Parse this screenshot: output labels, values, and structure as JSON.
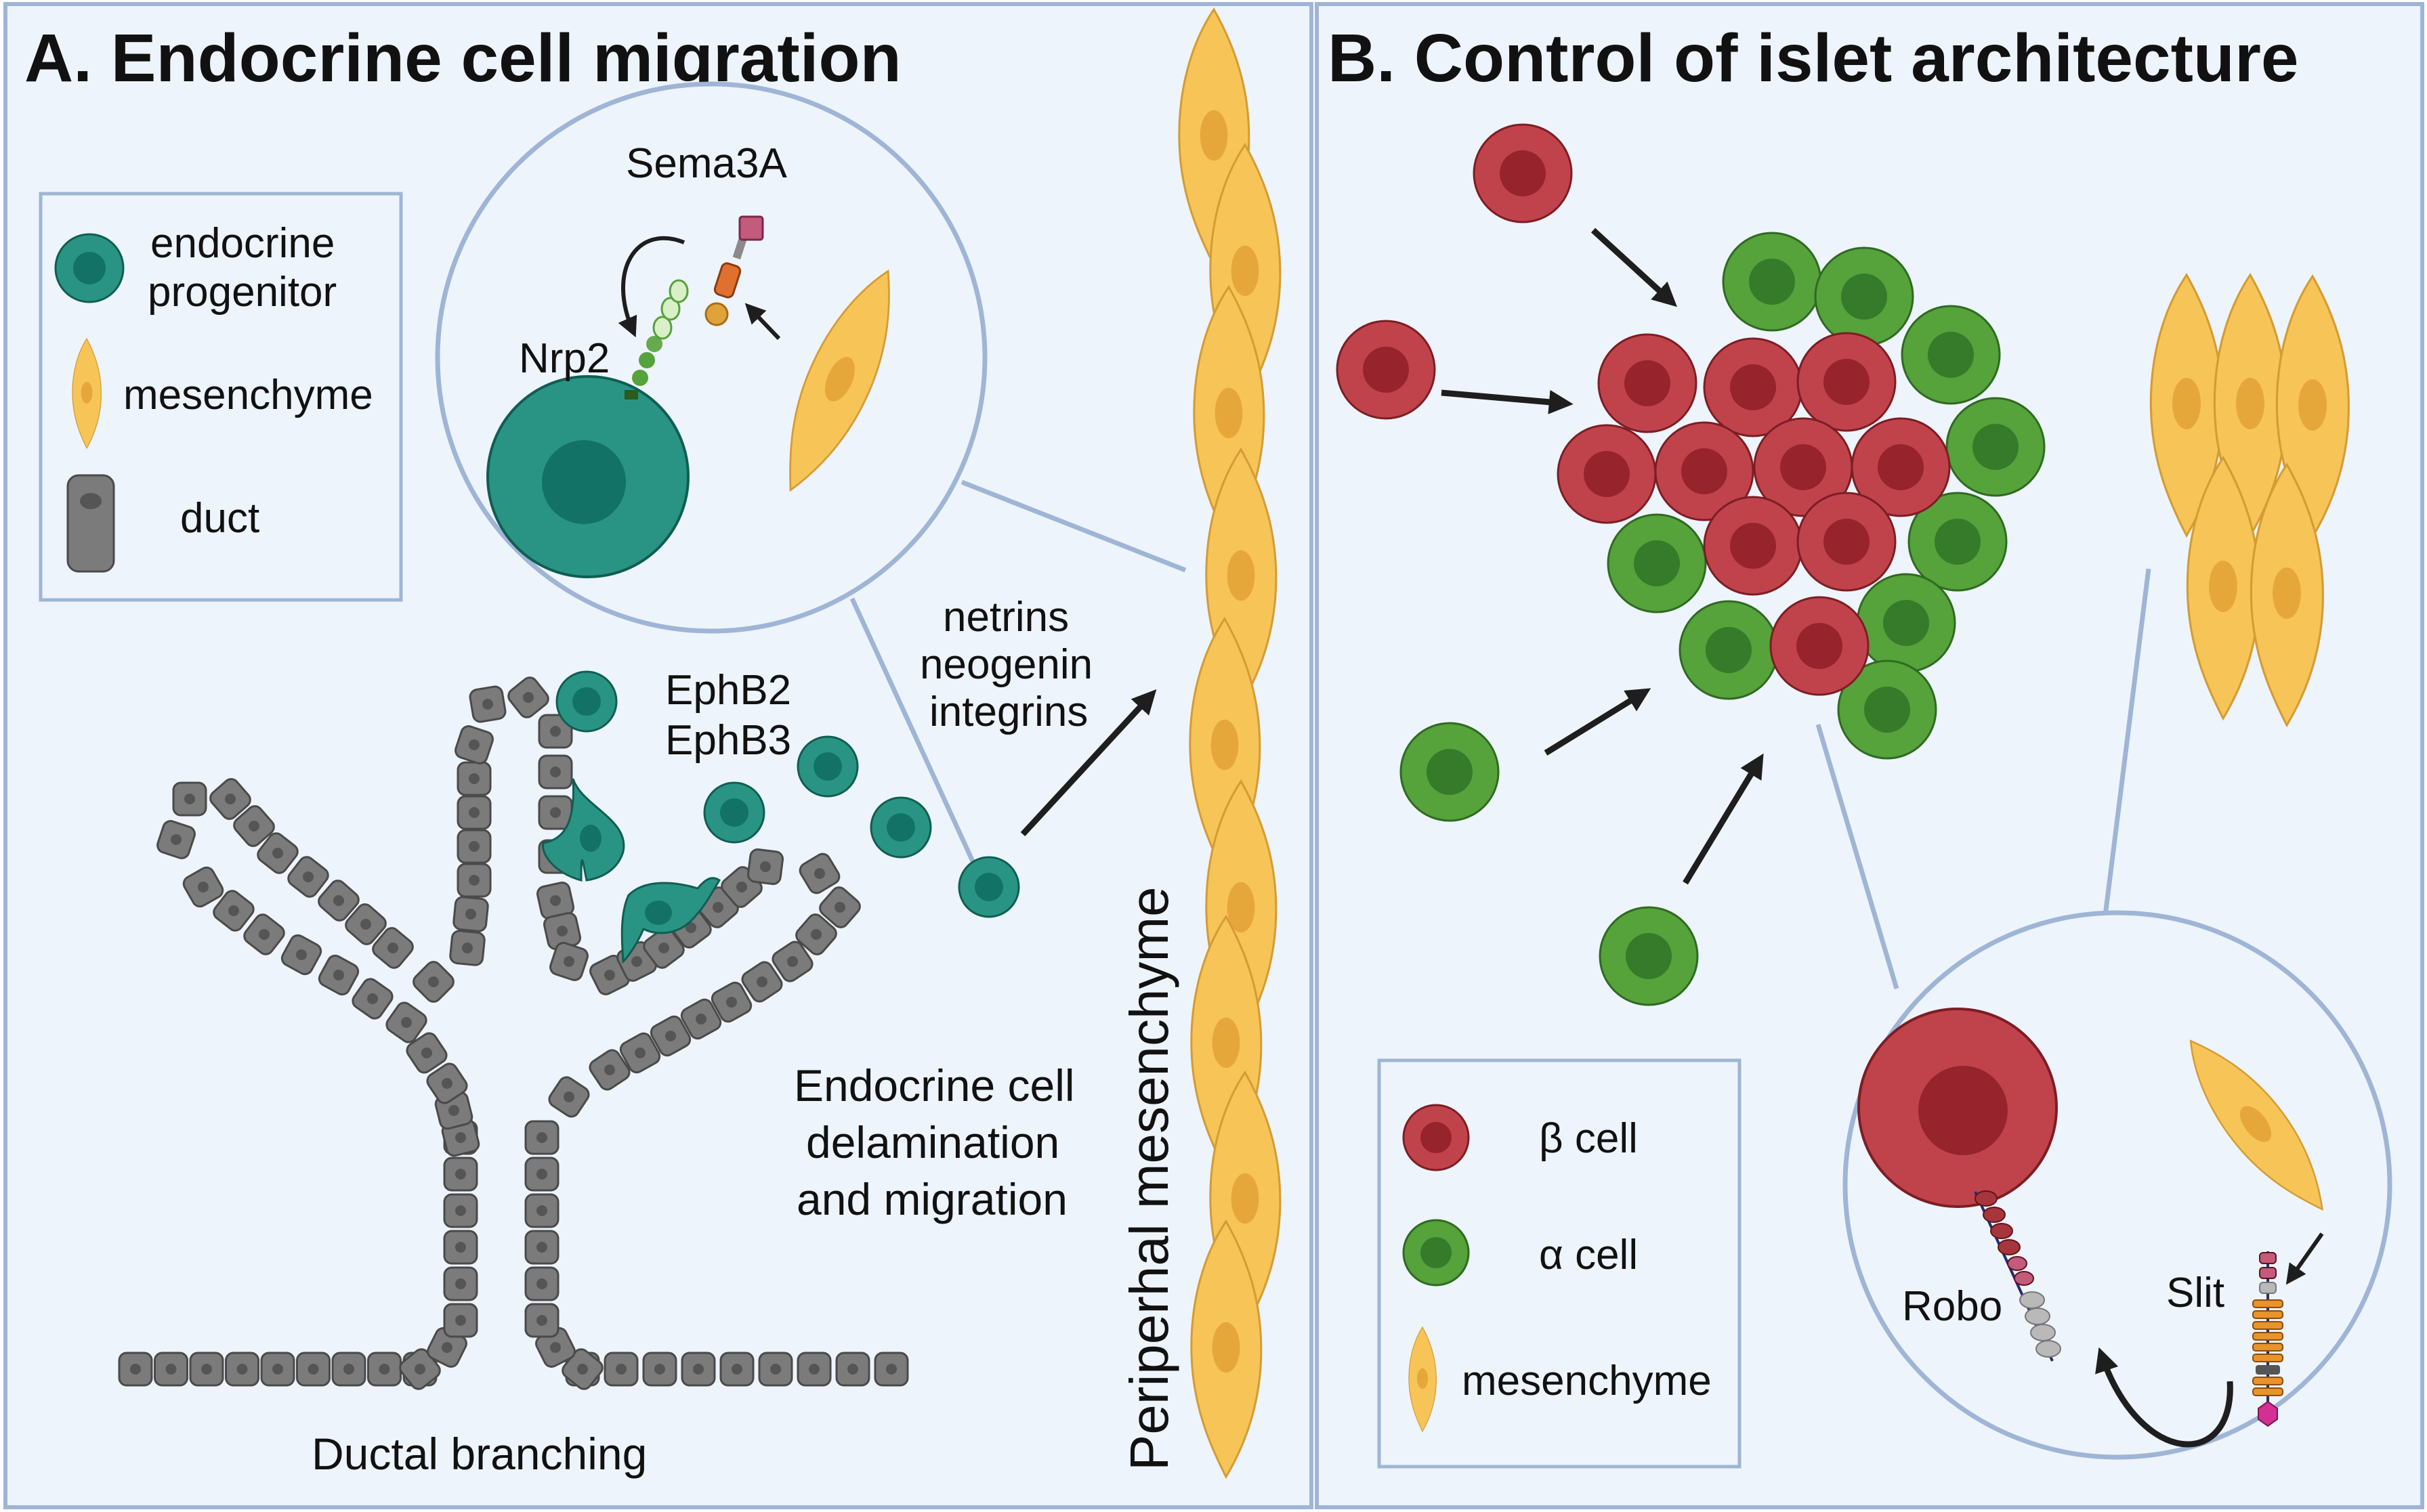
{
  "panel_a": {
    "title": "A. Endocrine cell migration",
    "legend": {
      "endocrine_progenitor_line1": "endocrine",
      "endocrine_progenitor_line2": "progenitor",
      "mesenchyme": "mesenchyme",
      "duct": "duct"
    },
    "inset": {
      "ligand": "Sema3A",
      "receptor": "Nrp2"
    },
    "eph_line1": "EphB2",
    "eph_line2": "EphB3",
    "guidance_line1": "netrins",
    "guidance_line2": "neogenin",
    "guidance_line3": "integrins",
    "delamination_line1": "Endocrine cell",
    "delamination_line2": "delamination",
    "delamination_line3": "and migration",
    "ductal_branching": "Ductal branching",
    "peripheral_mesenchyme": "Periperhal mesenchyme"
  },
  "panel_b": {
    "title": "B. Control of islet architecture",
    "legend": {
      "beta_cell": "β cell",
      "alpha_cell": "α cell",
      "mesenchyme": "mesenchyme"
    },
    "inset": {
      "receptor": "Robo",
      "ligand": "Slit"
    }
  },
  "colors": {
    "background": "#eef4fb",
    "panel_border": "#9fb5d6",
    "endocrine_cell": "#2a9484",
    "endocrine_nucleus": "#117265",
    "beta_cell": "#c0434b",
    "beta_nucleus": "#97232c",
    "alpha_cell": "#56a23b",
    "alpha_nucleus": "#357b2a",
    "mesenchyme": "#f7c458",
    "mesenchyme_nucleus": "#e6a73a",
    "duct": "#7b7b7b",
    "duct_nucleus": "#555555",
    "arrow": "#1e1e1e"
  }
}
